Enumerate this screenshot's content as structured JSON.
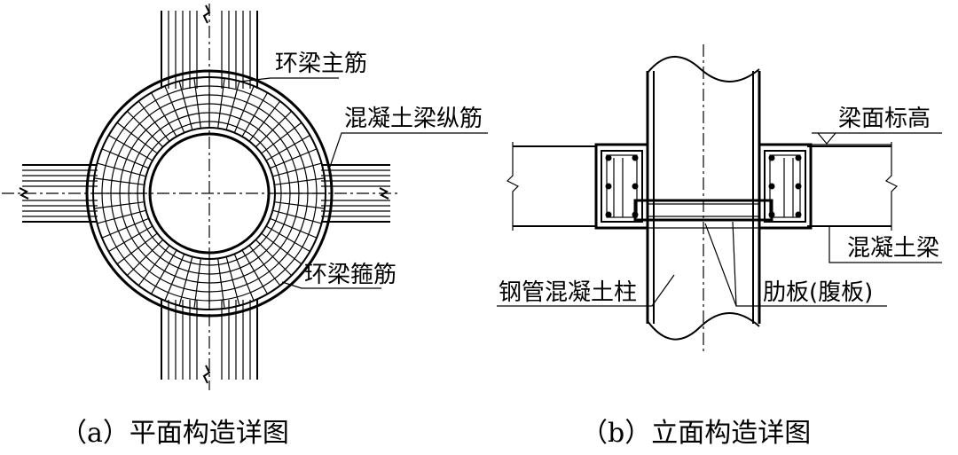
{
  "panel_a": {
    "label_ring_main_bar": "环梁主筋",
    "label_beam_longitudinal_bar": "混凝土梁纵筋",
    "label_ring_stirrup": "环梁箍筋",
    "caption": "（a）平面构造详图"
  },
  "panel_b": {
    "label_beam_top_elevation": "梁面标高",
    "label_concrete_beam": "混凝土梁",
    "label_cfst_column": "钢管混凝土柱",
    "label_rib_plate": "肋板(腹板)",
    "caption": "（b）立面构造详图"
  }
}
